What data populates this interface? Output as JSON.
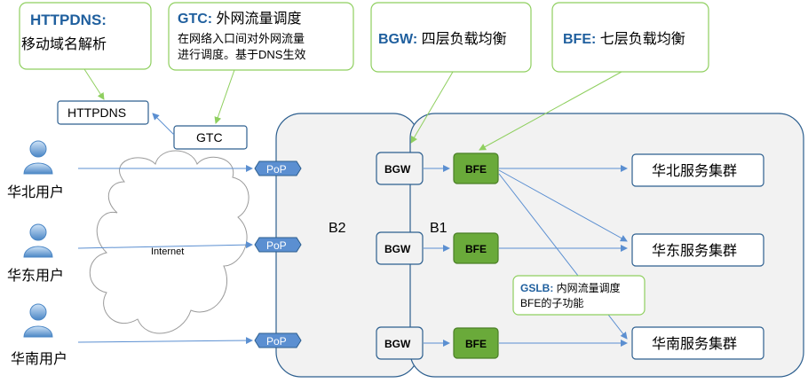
{
  "callouts": {
    "httpdns": {
      "head": "HTTPDNS:",
      "line2": "移动域名解析"
    },
    "gtc": {
      "head": "GTC:",
      "head_rest": " 外网流量调度",
      "line2": "在网络入口间对外网流量",
      "line3": "进行调度。基于DNS生效"
    },
    "bgw": {
      "head": "BGW:",
      "head_rest": " 四层负载均衡"
    },
    "bfe": {
      "head": "BFE:",
      "head_rest": " 七层负载均衡"
    },
    "gslb": {
      "head": "GSLB:",
      "head_rest": " 内网流量调度",
      "line2": "BFE的子功能"
    }
  },
  "nodes": {
    "httpdns": "HTTPDNS",
    "gtc": "GTC",
    "pop": "PoP",
    "internet": "Internet",
    "bgw": "BGW",
    "bfe": "BFE",
    "b2": "B2",
    "b1": "B1"
  },
  "users": [
    "华北用户",
    "华东用户",
    "华南用户"
  ],
  "clusters": [
    "华北服务集群",
    "华东服务集群",
    "华南服务集群"
  ]
}
